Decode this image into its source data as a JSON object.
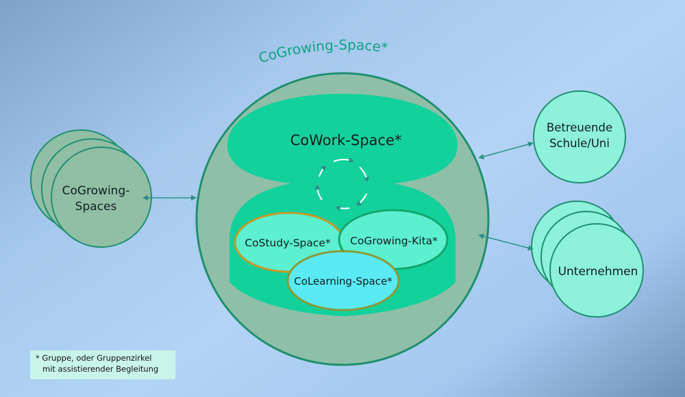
{
  "title": "CoGrowing-Space*",
  "cowork": "CoWork-Space*",
  "costudy": "CoStudy-Space*",
  "cokita": "CoGrowing-Kita*",
  "colearning": "CoLearning-Space*",
  "left_stack": [
    "CoGrowing-",
    "Spaces"
  ],
  "right_top": [
    "Betreuende",
    "Schule/Uni"
  ],
  "right_bottom": "Unternehmen",
  "footnote": [
    "* Gruppe, oder Gruppenzirkel",
    "mit assistierender Begleitung"
  ],
  "colors": {
    "big_circle_fill": "#8fbfa8",
    "big_circle_stroke": "#1f8f6f",
    "inner_green": "#13d19b",
    "study_fill": "#5cf0d0",
    "study_stroke": "#c29a2a",
    "kita_fill": "#5cf0d0",
    "kita_stroke": "#11a86b",
    "learning_fill": "#5aeaf4",
    "outer_teal_circle": "#8ef1dc",
    "left_circle_fill": "#90bfa6",
    "title_color": "#10a282"
  }
}
